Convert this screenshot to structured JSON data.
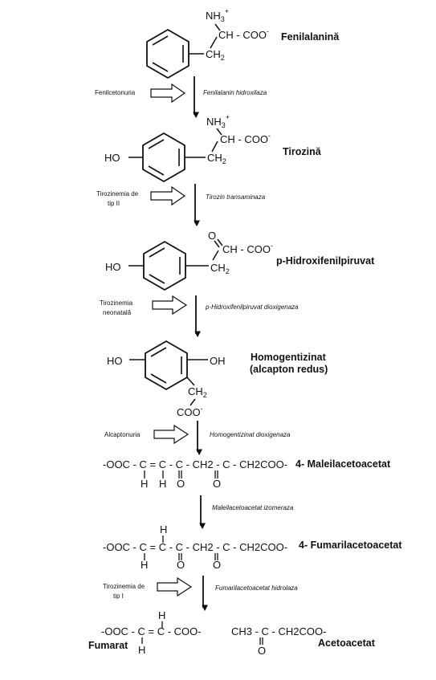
{
  "pathway": {
    "steps": [
      {
        "compound": "Fenilalanină",
        "formula": {
          "amino": "NH3+",
          "acid": "CH - COO-",
          "methylene": "CH2"
        }
      },
      {
        "compound": "Tirozină",
        "formula": {
          "hydroxyl": "HO",
          "amino": "NH3+",
          "acid": "CH - COO-",
          "methylene": "CH2"
        }
      },
      {
        "compound": "p-Hidroxifenilpiruvat",
        "formula": {
          "hydroxyl": "HO",
          "keto": "O",
          "acid": "CH - COO-",
          "methylene": "CH2"
        }
      },
      {
        "compound": "Homogentizinat",
        "compound_note": "(alcapton redus)",
        "formula": {
          "hydroxyl_left": "HO",
          "hydroxyl_right": "OH",
          "methylene": "CH2",
          "carboxylate": "COO-"
        }
      },
      {
        "compound": "4- Maleilacetoacetat",
        "formula": {
          "chain": "-OOC - C = C - C - CH2 - C - CH2COO-",
          "subs": [
            "H",
            "H",
            "O",
            "O"
          ]
        }
      },
      {
        "compound": "4- Fumarilacetoacetat",
        "formula": {
          "chain": "-OOC - C = C - C - CH2 - C - CH2COO-",
          "subs_top": "H",
          "subs_bottom": [
            "H",
            "O",
            "O"
          ]
        }
      }
    ],
    "products": [
      {
        "compound": "Fumarat",
        "formula": {
          "chain": "-OOC - C = C - COO-",
          "subs_top": "H",
          "subs_bottom": "H"
        }
      },
      {
        "compound": "Acetoacetat",
        "formula": {
          "chain": "CH3 - C - CH2COO-",
          "subs_bottom": "O"
        }
      }
    ],
    "reactions": [
      {
        "enzyme": "Fenilalanin hidroxilaza",
        "disorder": "Fenilcetonuria"
      },
      {
        "enzyme": "Tirozin transaminaza",
        "disorder": "Tirozinemia de tip II"
      },
      {
        "enzyme": "p-Hidroxifenilpiruvat dioxigenaza",
        "disorder": "Tirozinemia neonatală"
      },
      {
        "enzyme": "Homogentizinat dioxigenaza",
        "disorder": "Alcaptonuria"
      },
      {
        "enzyme": "Maleilacetoacetat izomeraza",
        "disorder": ""
      },
      {
        "enzyme": "Fumarilacetoacetat hidrolaza",
        "disorder": "Tirozinemia de tip I"
      }
    ]
  },
  "ui": {
    "labels": {
      "nh3": "NH",
      "nh3_sub": "3",
      "nh3_sup": "+",
      "ch_coo": "CH - COO",
      "minus": "-",
      "ch2": "CH",
      "ch2_sub": "2",
      "ho": "HO",
      "oh": "OH",
      "o": "O",
      "h": "H",
      "coo": "COO",
      "dis_tir2_a": "Tirozinemia de",
      "dis_tir2_b": "tip II",
      "dis_neo_a": "Tirozinemia",
      "dis_neo_b": "neonatală",
      "dis_tir1_a": "Tirozinemia de",
      "dis_tir1_b": "tip I"
    }
  }
}
